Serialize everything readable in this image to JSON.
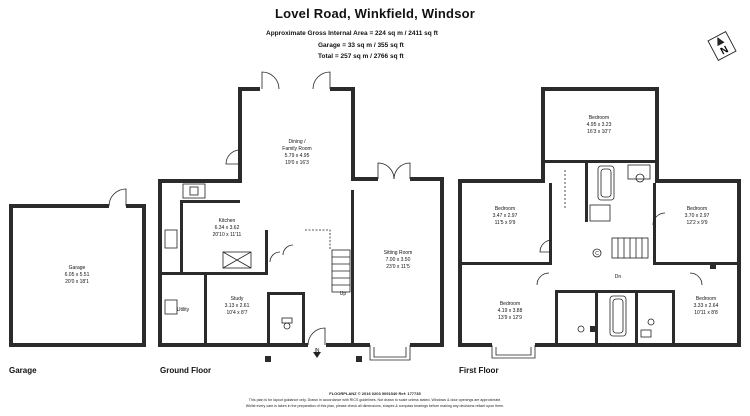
{
  "title": "Lovel Road, Winkfield, Windsor",
  "areas": [
    {
      "label": "Approximate Gross Internal Area",
      "value": "= 224 sq m / 2411 sq ft"
    },
    {
      "label": "Garage",
      "value": "= 33 sq m / 355 sq ft"
    },
    {
      "label": "Total",
      "value": "= 257 sq m / 2766 sq ft"
    }
  ],
  "compass": {
    "letter": "N",
    "icon": "north-arrow-icon"
  },
  "rooms": {
    "garage": {
      "name": "Garage",
      "dim_m": "6.05 x 5.51",
      "dim_ft": "20'0 x 18'1"
    },
    "dining": {
      "name": "Dining /",
      "name2": "Family Room",
      "dim_m": "5.79 x 4.95",
      "dim_ft": "19'0 x 16'3"
    },
    "kitchen": {
      "name": "Kitchen",
      "dim_m": "6.34 x 3.62",
      "dim_ft": "20'10 x 11'11"
    },
    "sitting": {
      "name": "Sitting Room",
      "dim_m": "7.00 x 3.50",
      "dim_ft": "23'0 x 11'5"
    },
    "study": {
      "name": "Study",
      "dim_m": "3.13 x 2.61",
      "dim_ft": "10'4 x 8'7"
    },
    "utility": {
      "name": "Utility"
    },
    "up": {
      "name": "Up"
    },
    "in": {
      "name": "IN"
    },
    "bed1": {
      "name": "Bedroom",
      "dim_m": "4.95 x 3.23",
      "dim_ft": "16'3 x 10'7"
    },
    "bed2": {
      "name": "Bedroom",
      "dim_m": "3.47 x 2.97",
      "dim_ft": "11'5 x 9'9"
    },
    "bed3": {
      "name": "Bedroom",
      "dim_m": "3.70 x 2.97",
      "dim_ft": "12'2 x 9'9"
    },
    "bed4": {
      "name": "Bedroom",
      "dim_m": "4.19 x 3.88",
      "dim_ft": "13'9 x 12'9"
    },
    "bed5": {
      "name": "Bedroom",
      "dim_m": "3.33 x 2.64",
      "dim_ft": "10'11 x 8'8"
    },
    "dn": {
      "name": "Dn"
    },
    "cupboard": {
      "name": "C"
    }
  },
  "floors": {
    "garage": "Garage",
    "ground": "Ground Floor",
    "first": "First Floor"
  },
  "footer": {
    "line1": "FLOORPLANZ © 2016     0203 9091540     Ref: 177735",
    "line2": "This plan is for layout guidance only. Drawn in accordance with RICS guidelines. Not drawn to scale unless stated. Windows & door openings are approximate.",
    "line3": "Whilst every care is taken in the preparation of this plan, please check all dimensions, shapes & compass bearings before making any decisions reliant upon them."
  }
}
